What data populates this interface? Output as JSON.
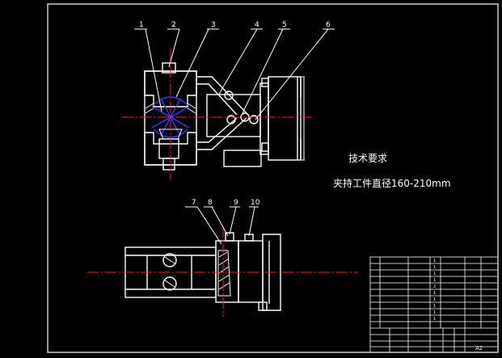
{
  "drawing": {
    "part_numbers": [
      "1",
      "2",
      "3",
      "4",
      "5",
      "6",
      "7",
      "8",
      "9",
      "10"
    ],
    "tech_title": "技术要求",
    "tech_note": "夹持工件直径160-210mm",
    "sheet_size": "A2",
    "bom_quantities": [
      "1",
      "1",
      "1",
      "1",
      "2",
      "1",
      "1",
      "1",
      "1",
      "1"
    ]
  },
  "colors": {
    "line": "#ffffff",
    "centerline": "#ff2020",
    "section": "#3a3aff",
    "leader": "#ffffff",
    "background": "#000000"
  }
}
